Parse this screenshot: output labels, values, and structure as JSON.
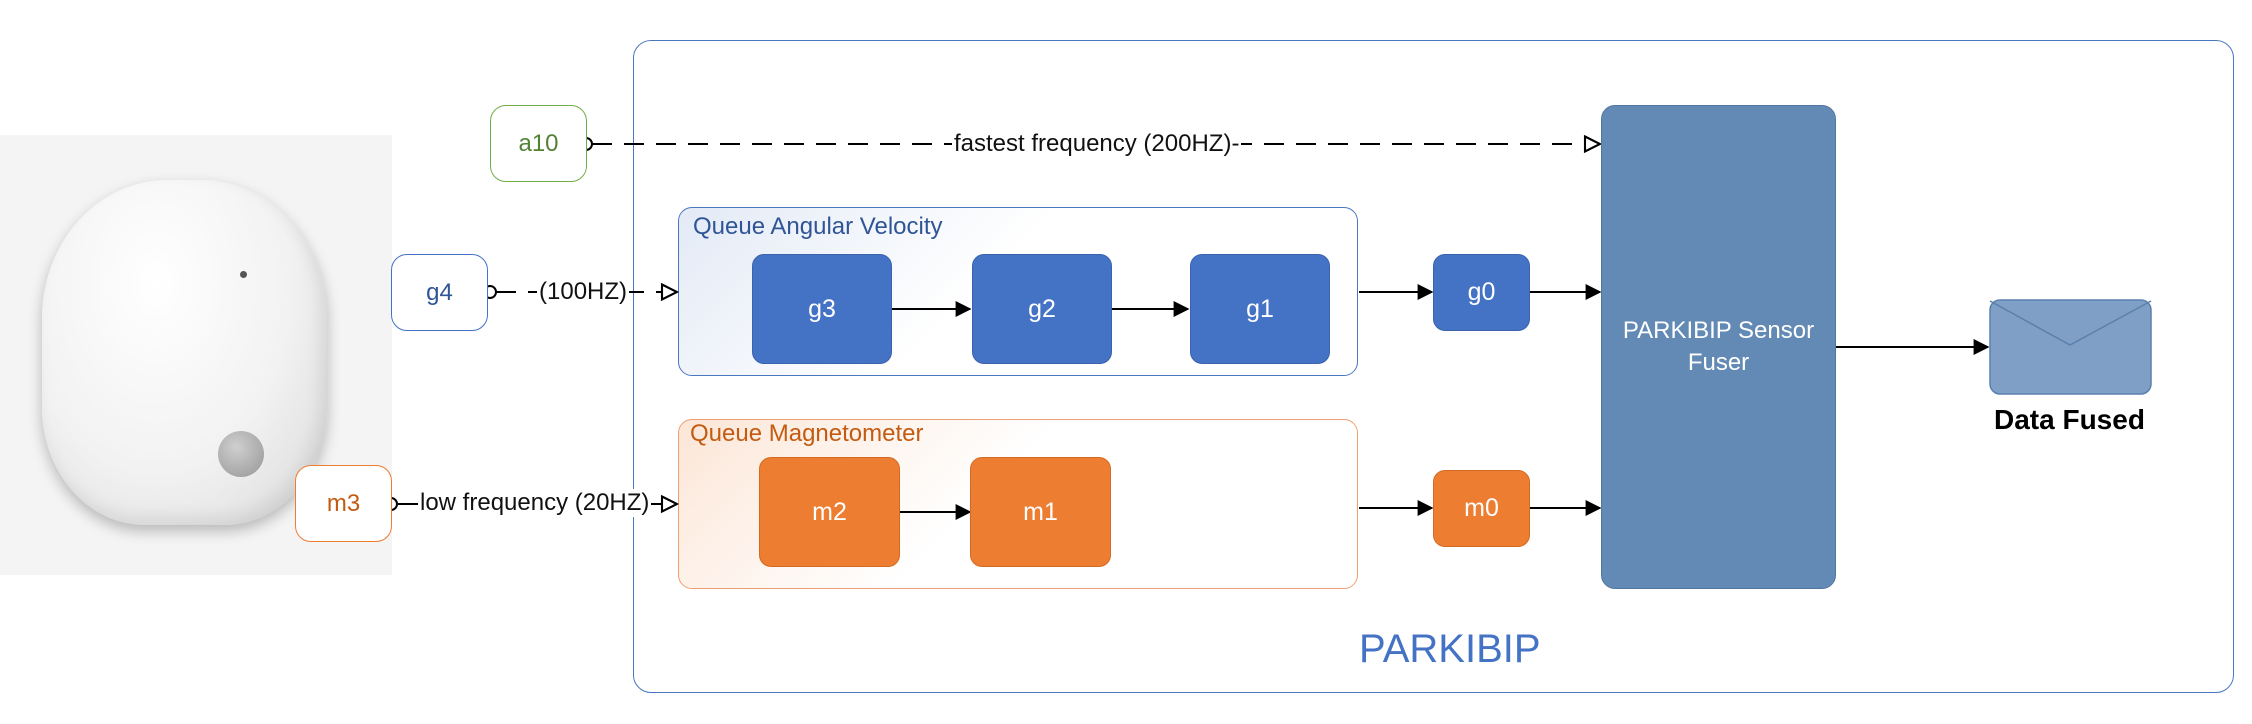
{
  "device": {
    "icon": "sensor-device-image"
  },
  "sources": {
    "a10": "a10",
    "g4": "g4",
    "m3": "m3"
  },
  "links": {
    "fastest": "fastest frequency (200HZ)-",
    "hz100": "(100HZ)",
    "low": "low frequency (20HZ)"
  },
  "queues": {
    "angular": {
      "title": "Queue Angular Velocity",
      "items": [
        "g3",
        "g2",
        "g1"
      ]
    },
    "magnetometer": {
      "title": "Queue Magnetometer",
      "items": [
        "m2",
        "m1"
      ]
    }
  },
  "heads": {
    "gyro": "g0",
    "mag": "m0"
  },
  "fuser": {
    "line1": "PARKIBIP Sensor",
    "line2": "Fuser"
  },
  "output": {
    "label": "Data Fused",
    "icon": "envelope-icon"
  },
  "system_label": "PARKIBIP",
  "colors": {
    "blue": "#4472c4",
    "orange": "#ed7d31",
    "green": "#70ad47",
    "fuser": "#6389b5",
    "envelope": "#7f9fc7",
    "frame": "#4472c4"
  }
}
